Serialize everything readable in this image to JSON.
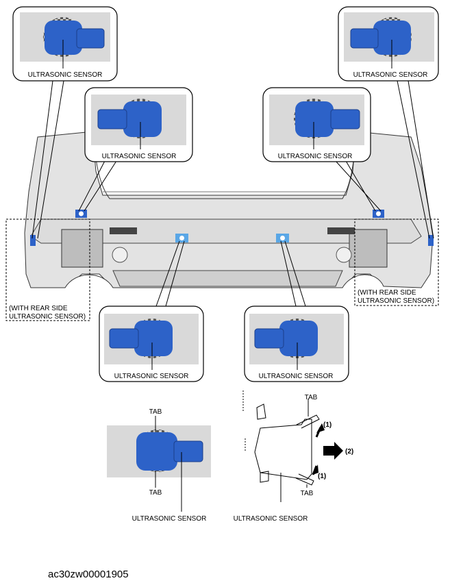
{
  "colors": {
    "sensor_blue": "#2d62c8",
    "sensor_blue_dark": "#1b3f8a",
    "panel_gray": "#d9d9d9",
    "bumper_gray": "#e6e6e6",
    "outline": "#111111"
  },
  "callouts": {
    "top_left_outer": "ULTRASONIC SENSOR",
    "top_left_inner": "ULTRASONIC SENSOR",
    "top_right_inner": "ULTRASONIC SENSOR",
    "top_right_outer": "ULTRASONIC SENSOR",
    "bottom_left": "ULTRASONIC SENSOR",
    "bottom_right": "ULTRASONIC SENSOR"
  },
  "side_notes": {
    "left_line1": "(WITH REAR SIDE",
    "left_line2": "ULTRASONIC SENSOR)",
    "right_line1": "(WITH REAR SIDE",
    "right_line2": "ULTRASONIC SENSOR)"
  },
  "detail_left": {
    "tab_top": "TAB",
    "tab_bottom": "TAB",
    "sensor": "ULTRASONIC SENSOR"
  },
  "detail_right": {
    "tab_top": "TAB",
    "tab_bottom": "TAB",
    "step1_top": "(1)",
    "step2": "(2)",
    "step1_bottom": "(1)",
    "sensor": "ULTRASONIC SENSOR"
  },
  "figure_id": "ac30zw00001905"
}
